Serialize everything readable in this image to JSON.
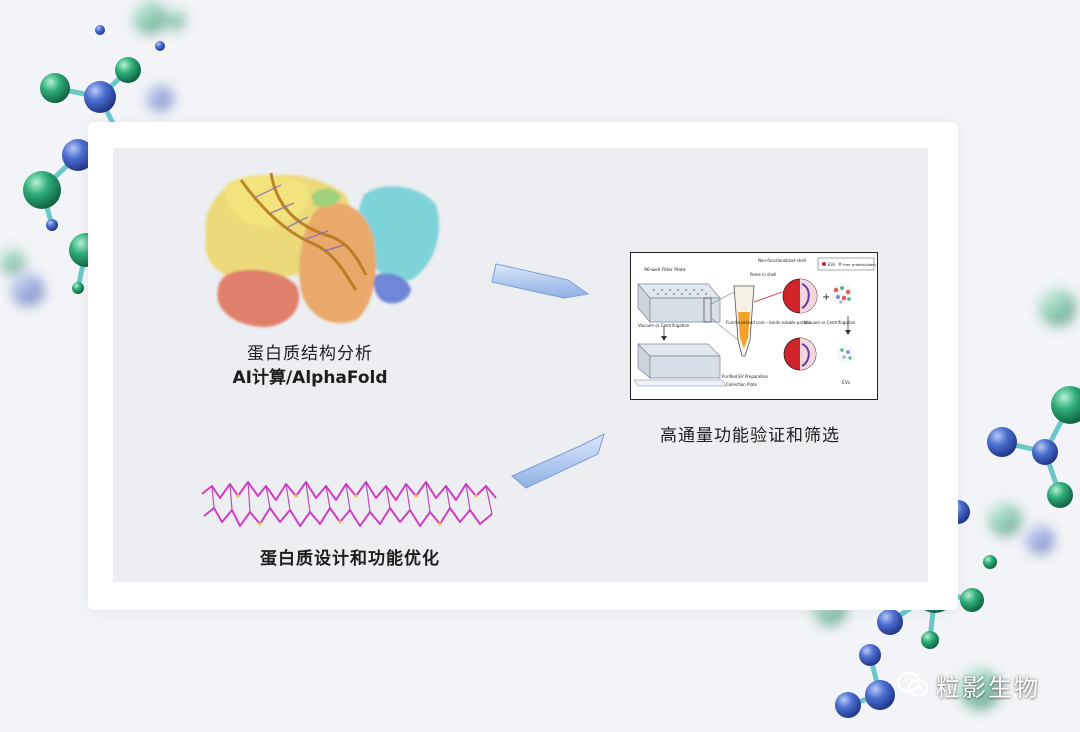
{
  "labels": {
    "structure_line1": "蛋白质结构分析",
    "structure_line2": "AI计算/AlphaFold",
    "screening": "高通量功能验证和筛选",
    "design": "蛋白质设计和功能优化"
  },
  "diagram_panel": {
    "filter_plate": "96-well Filter Plate",
    "non_functionalized_shell": "Non-functionalized shell",
    "pores_in_shell": "Pores in shell",
    "legend_evs": "EVs",
    "legend_free_protein": "free protein/label",
    "vacuum_left": "Vacuum or Centrifugation",
    "vacuum_right": "Vacuum or Centrifugation",
    "functionalized_core": "Functionalized core – binds soluble protein",
    "purified_ev": "Purified EV Preparation",
    "collection_plate": "Collection Plate",
    "evs_label": "EVs",
    "plus": "+"
  },
  "watermark": {
    "text": "粒影生物",
    "icon": "wechat-icon"
  },
  "colors": {
    "card": "#ffffff",
    "card_inner": "#eceef1",
    "arrow": "#a9c3ec",
    "accent_red": "#d2232a",
    "molecule_green": "#2faa78",
    "molecule_blue": "#3e62c4"
  }
}
